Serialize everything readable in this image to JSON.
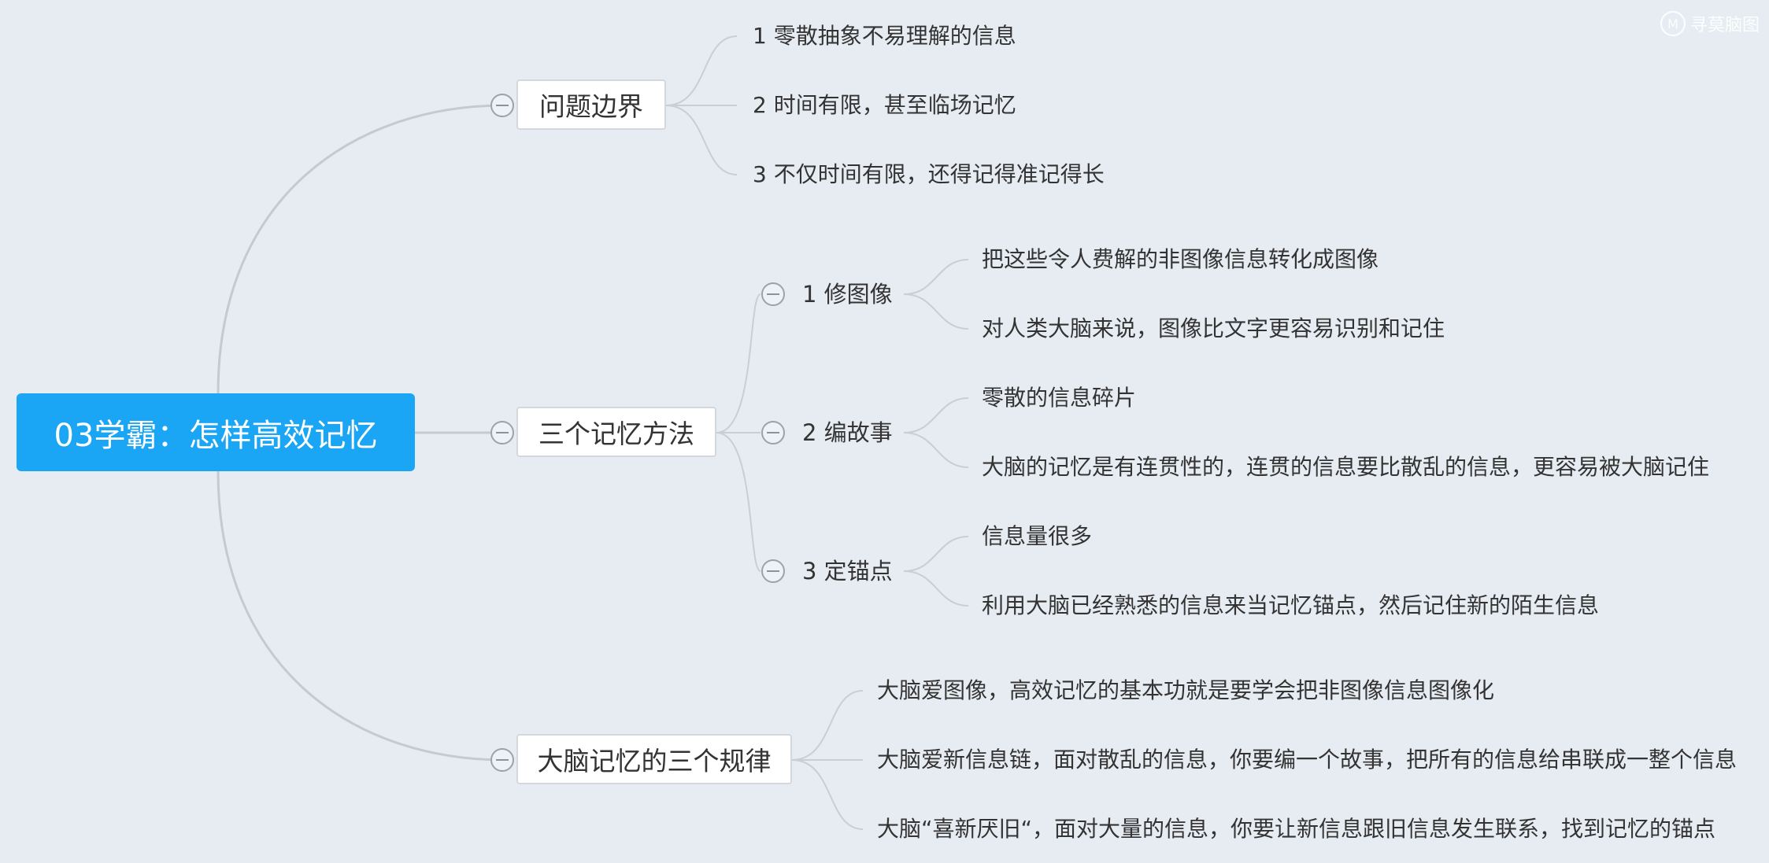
{
  "root": {
    "label": "03学霸：怎样高效记忆"
  },
  "branches": [
    {
      "label": "问题边界",
      "items": [
        "1 零散抽象不易理解的信息",
        "2 时间有限，甚至临场记忆",
        "3 不仅时间有限，还得记得准记得长"
      ]
    },
    {
      "label": "三个记忆方法",
      "subs": [
        {
          "label": "1 修图像",
          "items": [
            "把这些令人费解的非图像信息转化成图像",
            "对人类大脑来说，图像比文字更容易识别和记住"
          ]
        },
        {
          "label": "2 编故事",
          "items": [
            "零散的信息碎片",
            "大脑的记忆是有连贯性的，连贯的信息要比散乱的信息，更容易被大脑记住"
          ]
        },
        {
          "label": "3 定锚点",
          "items": [
            "信息量很多",
            "利用大脑已经熟悉的信息来当记忆锚点，然后记住新的陌生信息"
          ]
        }
      ]
    },
    {
      "label": "大脑记忆的三个规律",
      "items": [
        "大脑爱图像，高效记忆的基本功就是要学会把非图像信息图像化",
        "大脑爱新信息链，面对散乱的信息，你要编一个故事，把所有的信息给串联成一整个信息",
        "大脑“喜新厌旧“，面对大量的信息，你要让新信息跟旧信息发生联系，找到记忆的锚点"
      ]
    }
  ],
  "watermark": {
    "icon": "M",
    "text": "寻莫脑图"
  },
  "colors": {
    "root": "#1aa5f5",
    "background": "#e7ecf2",
    "line": "#c7ccd2"
  }
}
